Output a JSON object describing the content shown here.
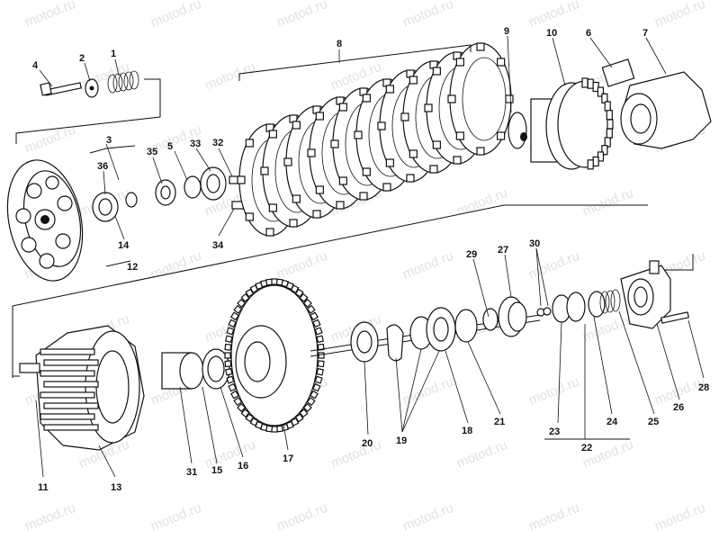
{
  "watermark": "motod.ru",
  "callouts": {
    "c1": "1",
    "c2": "2",
    "c3": "3",
    "c4": "4",
    "c5": "5",
    "c6": "6",
    "c7": "7",
    "c8": "8",
    "c9": "9",
    "c10": "10",
    "c11": "11",
    "c12": "12",
    "c13": "13",
    "c14": "14",
    "c15": "15",
    "c16": "16",
    "c17": "17",
    "c18": "18",
    "c19": "19",
    "c20": "20",
    "c21": "21",
    "c22": "22",
    "c23": "23",
    "c24": "24",
    "c25": "25",
    "c26": "26",
    "c27": "27",
    "c28": "28",
    "c29": "29",
    "c30": "30",
    "c31": "31",
    "c32": "32",
    "c33": "33",
    "c34": "34",
    "c35": "35",
    "c36": "36"
  }
}
